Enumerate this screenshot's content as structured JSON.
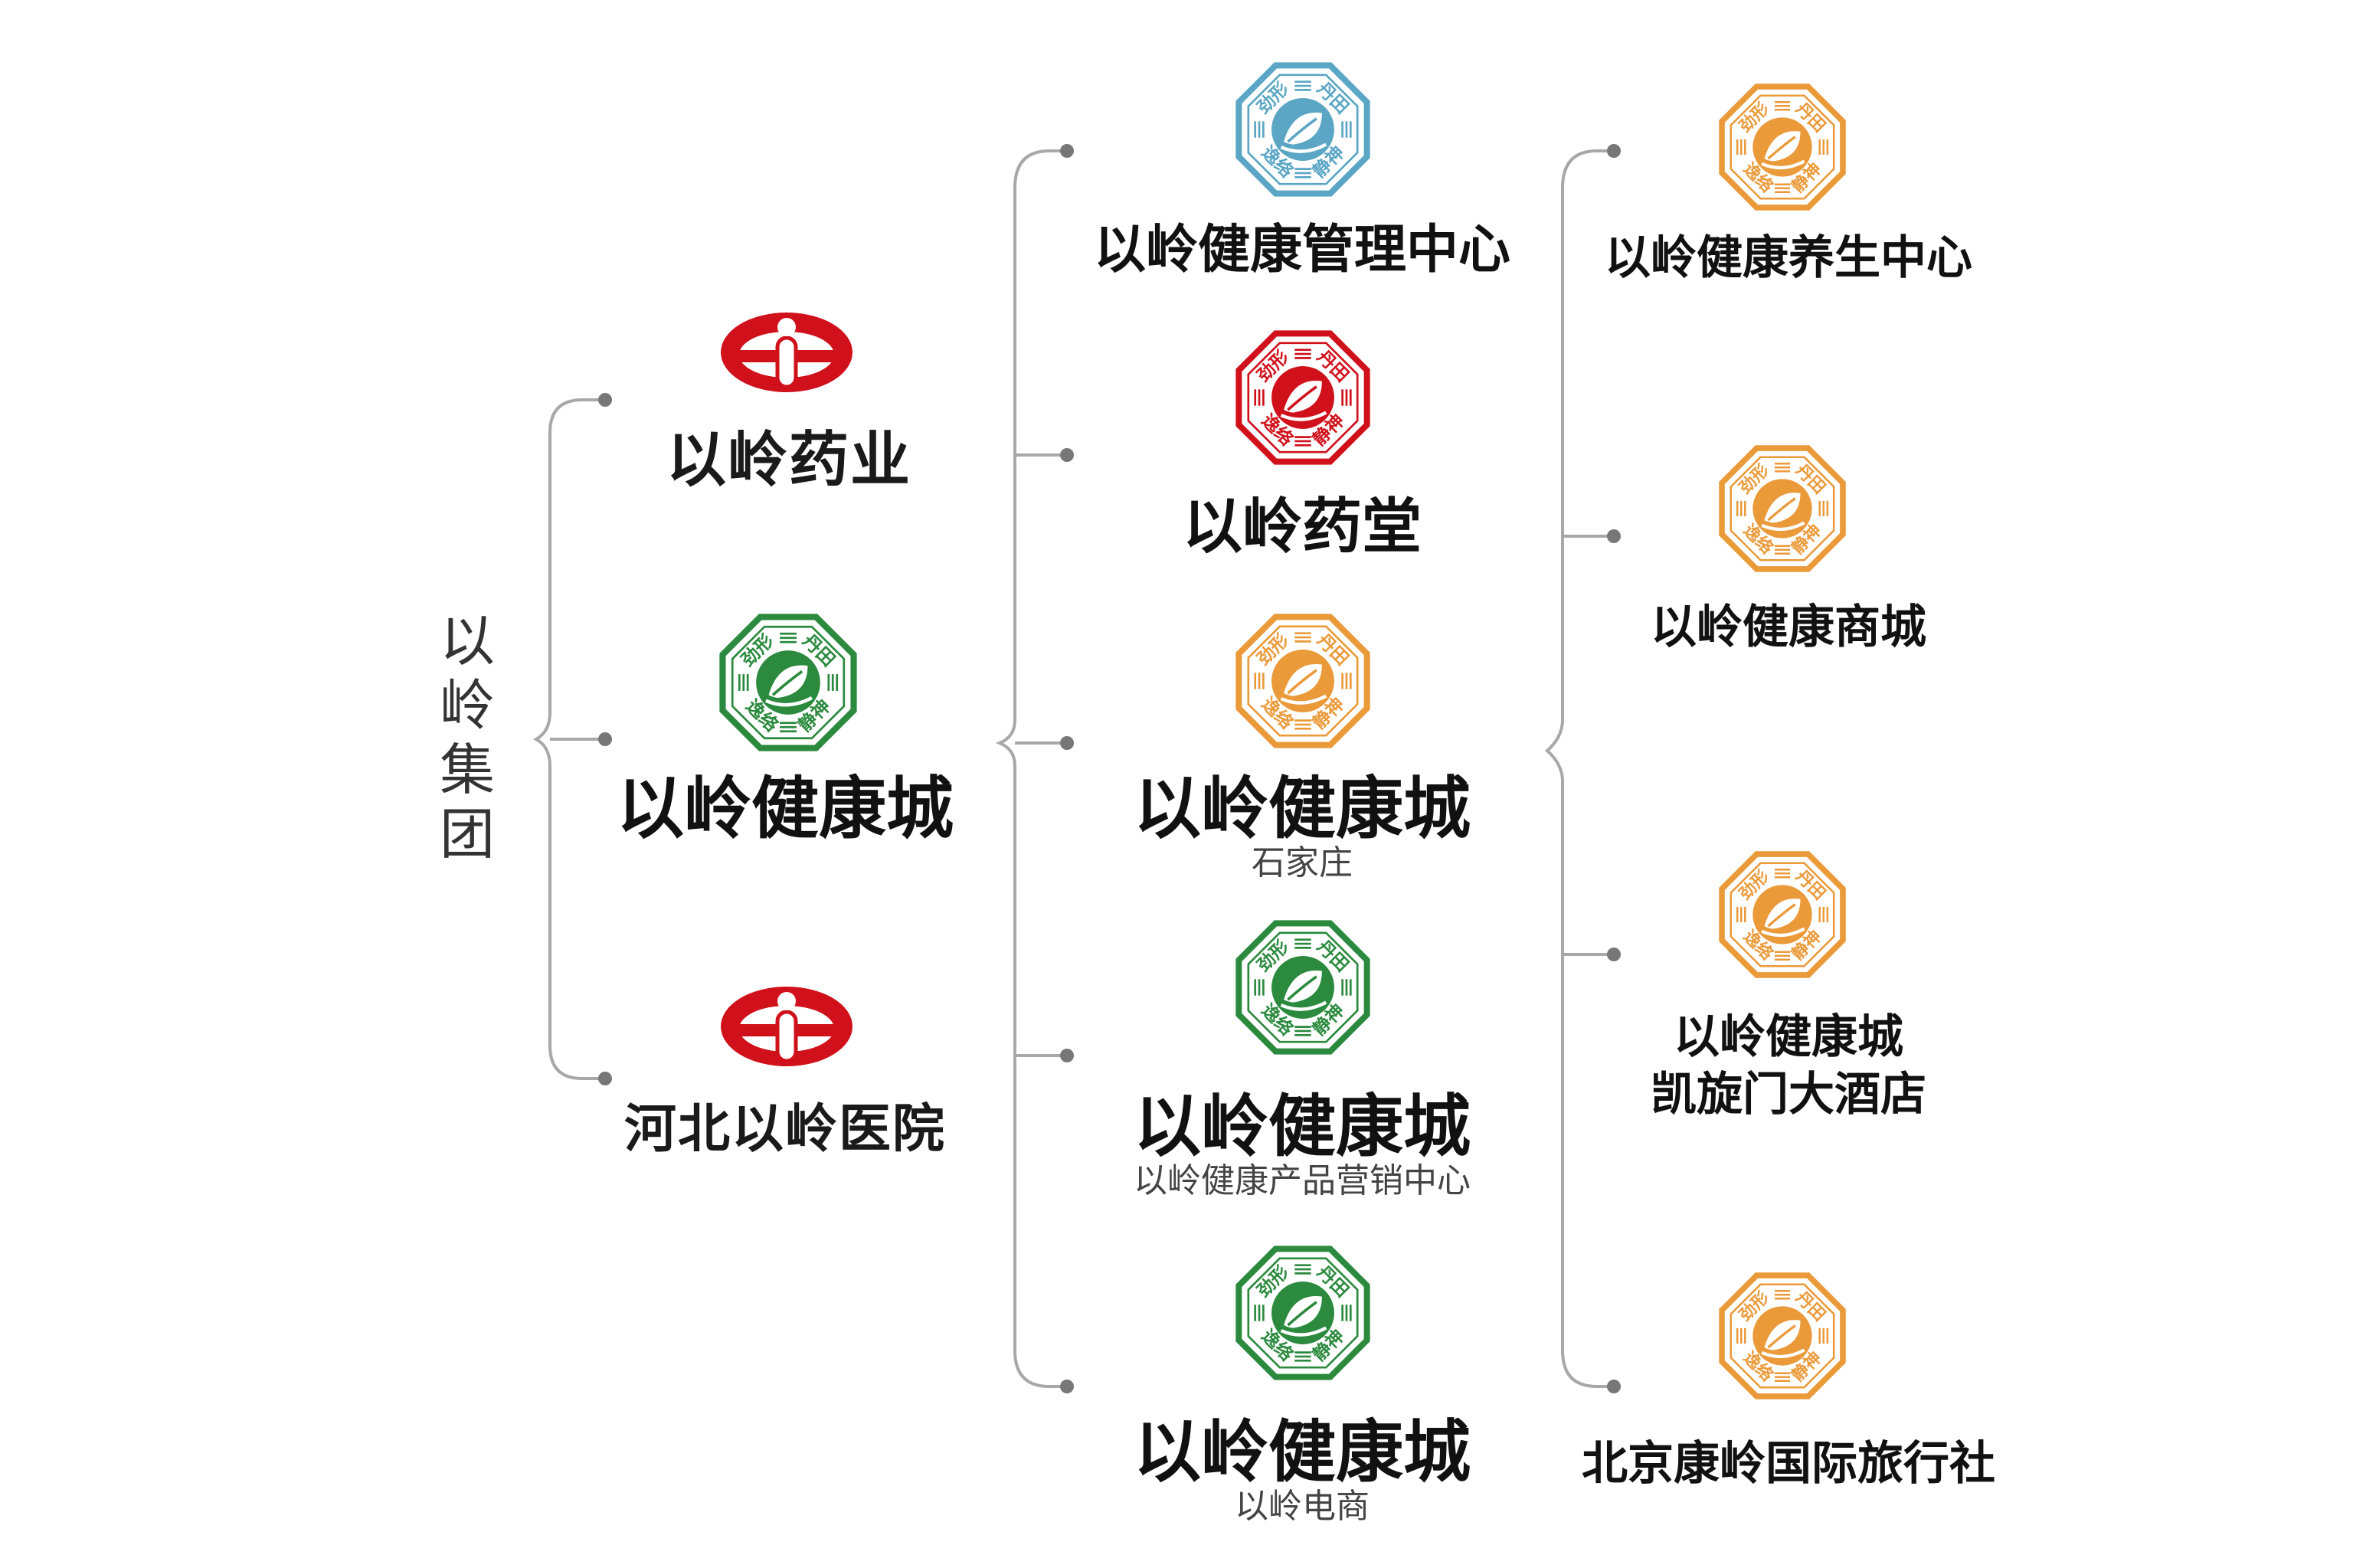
{
  "root": {
    "title": "以岭集团"
  },
  "colors": {
    "teal": "#5aa6c4",
    "red": "#d0101a",
    "orange": "#eb9a3a",
    "green": "#2b8a3e",
    "line": "#999999",
    "dot": "#777777"
  },
  "level1": [
    {
      "title": "以岭药业",
      "logo": "red-oval-emblem-icon"
    },
    {
      "title": "以岭健康城",
      "logo": "green-octagon-leaf-emblem-icon"
    },
    {
      "title": "河北以岭医院",
      "logo": "red-oval-emblem-icon"
    }
  ],
  "level2": [
    {
      "title": "以岭健康管理中心",
      "subtitle": "",
      "logo": "teal-octagon-leaf-emblem-icon"
    },
    {
      "title": "以岭药堂",
      "subtitle": "",
      "logo": "red-octagon-leaf-emblem-icon"
    },
    {
      "title": "以岭健康城",
      "subtitle": "石家庄",
      "logo": "orange-octagon-leaf-emblem-icon"
    },
    {
      "title": "以岭健康城",
      "subtitle": "以岭健康产品营销中心",
      "logo": "green-octagon-leaf-emblem-icon"
    },
    {
      "title": "以岭健康城",
      "subtitle": "以岭电商",
      "logo": "green-octagon-leaf-emblem-icon"
    }
  ],
  "level3": [
    {
      "title": "以岭健康养生中心",
      "logo": "orange-octagon-leaf-emblem-icon"
    },
    {
      "title": "以岭健康商城",
      "logo": "orange-octagon-leaf-emblem-icon"
    },
    {
      "title": "以岭健康城",
      "title2": "凯旋门大酒店",
      "logo": "orange-octagon-leaf-emblem-icon"
    },
    {
      "title": "北京康岭国际旅行社",
      "logo": "orange-octagon-leaf-emblem-icon"
    }
  ],
  "emblem": {
    "seal_text": [
      "劲形",
      "丹田",
      "逸络",
      "静神"
    ]
  }
}
